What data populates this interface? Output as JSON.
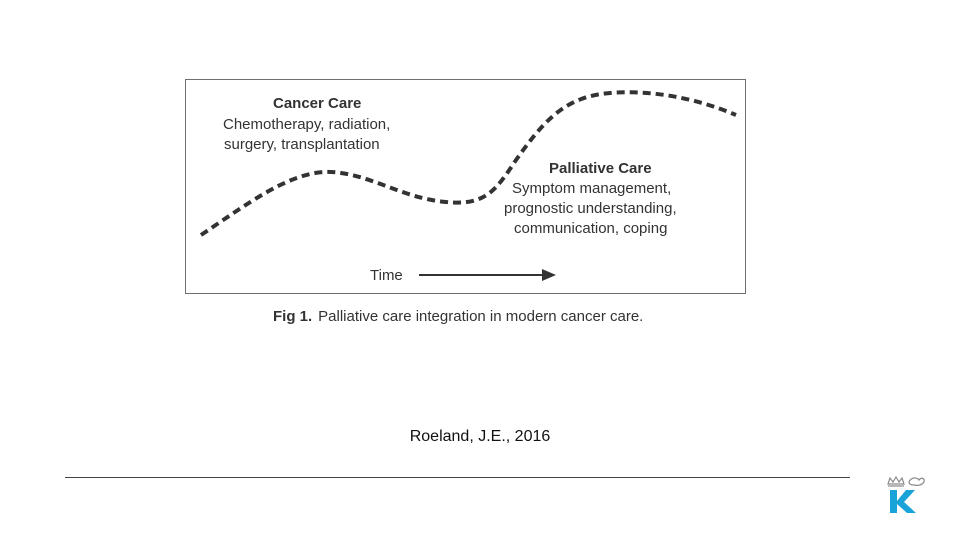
{
  "figure": {
    "cancer_care": {
      "title": "Cancer Care",
      "line1": "Chemotherapy, radiation,",
      "line2": "surgery, transplantation"
    },
    "palliative_care": {
      "title": "Palliative Care",
      "line1": "Symptom management,",
      "line2": "prognostic understanding,",
      "line3": "communication, coping"
    },
    "time_label": "Time",
    "caption_number": "Fig 1.",
    "caption_text": "Palliative care integration in modern cancer care."
  },
  "citation": "Roeland, J.E., 2016",
  "logo": {
    "icon": "k-crown-logo",
    "letter": "K",
    "color": "#1aa3d9"
  }
}
